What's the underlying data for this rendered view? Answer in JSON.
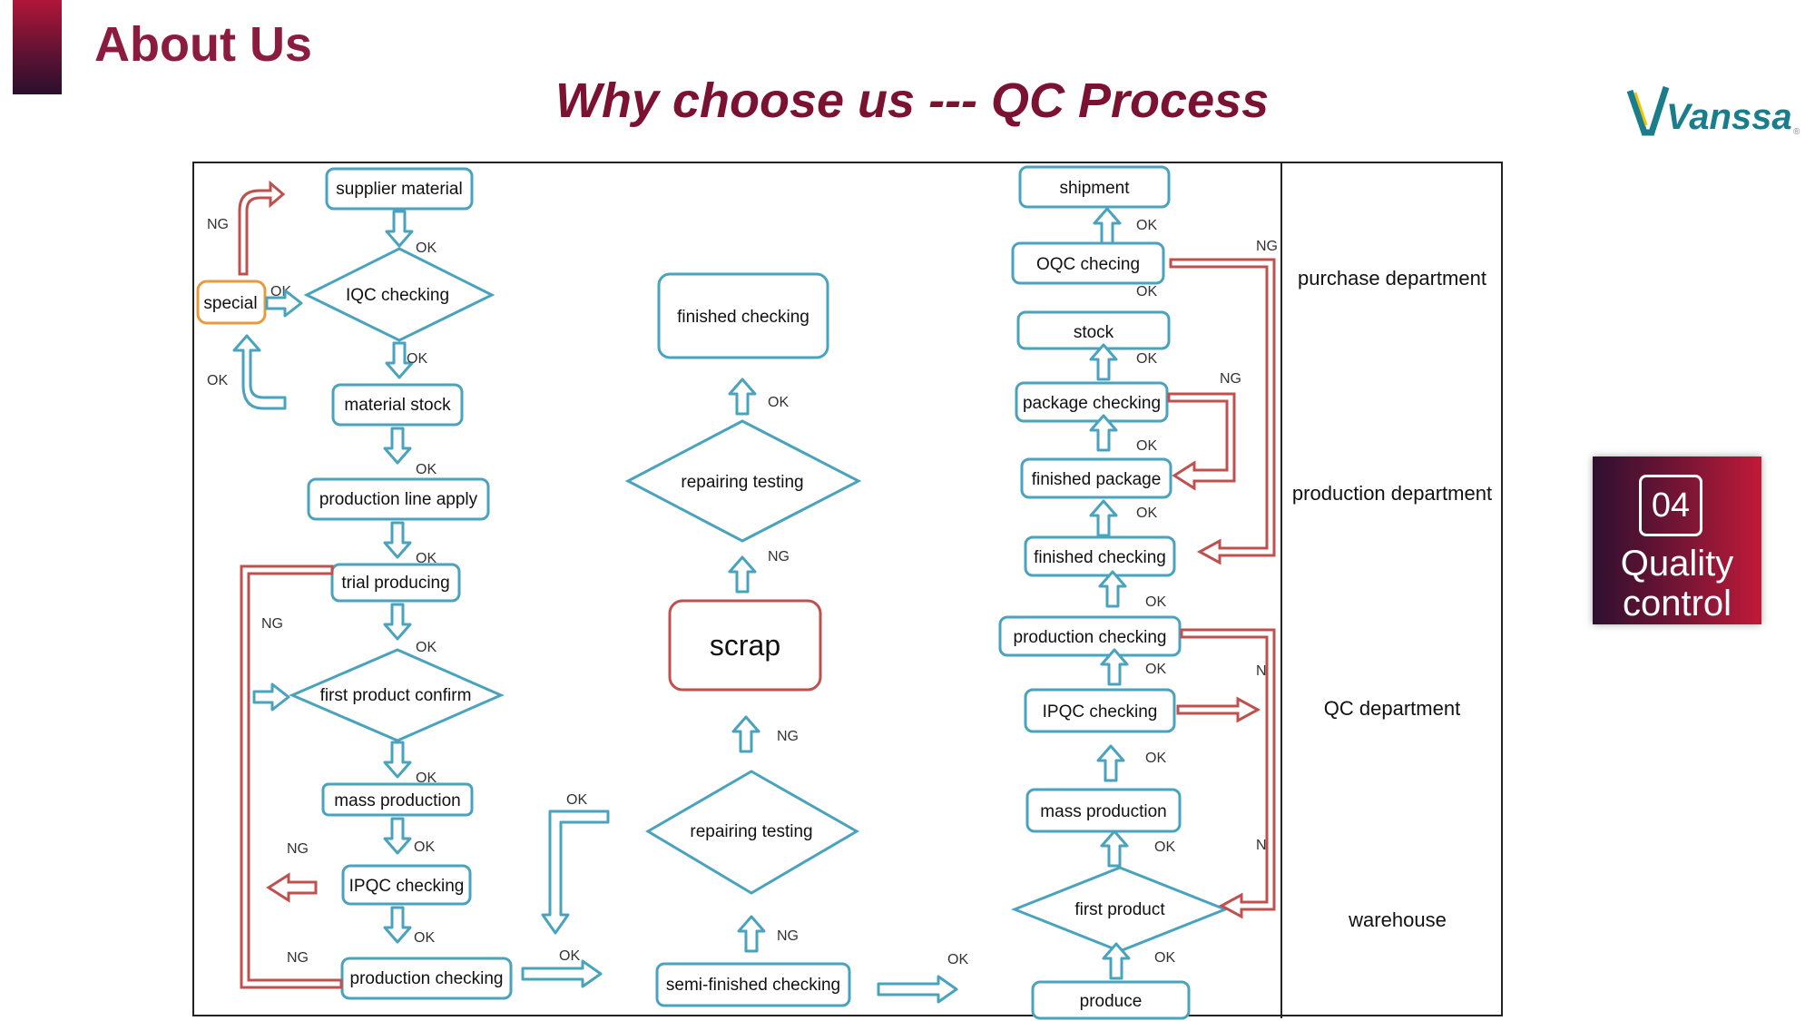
{
  "header": {
    "title": "About Us",
    "subtitle": "Why choose us --- QC Process",
    "logo_text": "Vanssa"
  },
  "badge": {
    "number": "04",
    "line1": "Quality",
    "line2": "control"
  },
  "colors": {
    "brand": "#8b1b3f",
    "node_border": "#4aa3bd",
    "reject_arrow": "#c0504d",
    "special_border": "#e89a3c"
  },
  "departments": [
    "purchase department",
    "production department",
    "QC department",
    "warehouse"
  ],
  "nodes": {
    "supplier_material": "supplier material",
    "iqc_checking": "IQC checking",
    "special": "special",
    "material_stock": "material stock",
    "production_line_apply": "production line apply",
    "trial_producing": "trial producing",
    "first_product_confirm": "first product confirm",
    "mass_production_left": "mass production",
    "ipqc_checking_left": "IPQC checking",
    "production_checking_left": "production checking",
    "finished_checking_mid": "finished checking",
    "repairing_testing_top": "repairing testing",
    "scrap": "scrap",
    "repairing_testing_bottom": "repairing testing",
    "semi_finished_checking": "semi-finished checking",
    "shipment": "shipment",
    "oqc_checking": "OQC checing",
    "stock": "stock",
    "package_checking": "package checking",
    "finished_package": "finished package",
    "finished_checking_right": "finished checking",
    "production_checking_right": "production checking",
    "ipqc_checking_right": "IPQC checking",
    "mass_production_right": "mass production",
    "first_product": "first product",
    "produce": "produce"
  },
  "edge_labels": {
    "ok": "OK",
    "ng": "NG",
    "n": "N"
  }
}
